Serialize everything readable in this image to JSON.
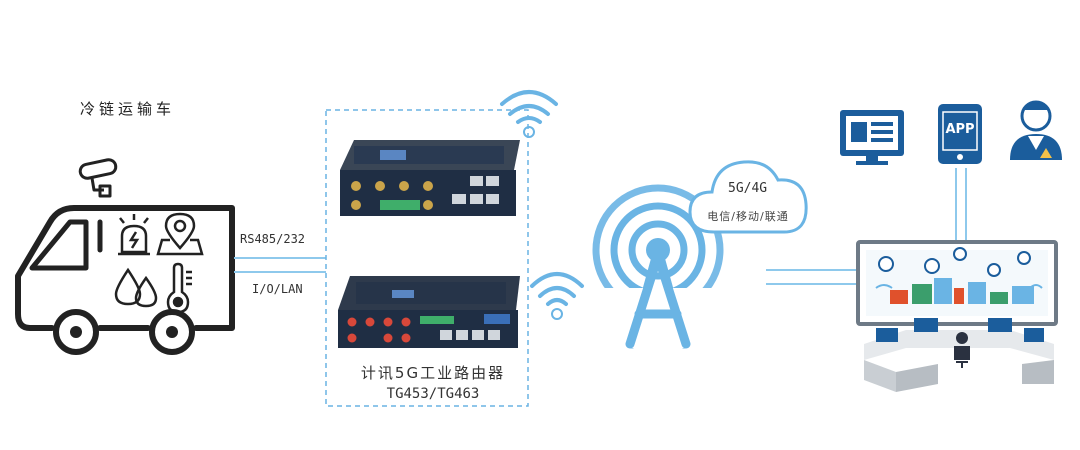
{
  "truck": {
    "title": "冷链运输车"
  },
  "links": {
    "serial": "RS485/232",
    "network": "I/O/LAN"
  },
  "router": {
    "name": "计讯5G工业路由器",
    "model": "TG453/TG463"
  },
  "cloud": {
    "network": "5G/4G",
    "carriers": "电信/移动/联通"
  },
  "endpoints": {
    "app_label": "APP"
  },
  "colors": {
    "accent": "#6ab4e4",
    "dark": "#1b5d9c",
    "line": "#222222",
    "device": "#1f2e44"
  },
  "icons": [
    "camera-icon",
    "alarm-icon",
    "location-icon",
    "water-drop-icon",
    "thermometer-icon",
    "wifi-icon",
    "cell-tower-icon",
    "cloud-icon",
    "monitor-icon",
    "mobile-app-icon",
    "user-icon",
    "control-center-icon"
  ]
}
